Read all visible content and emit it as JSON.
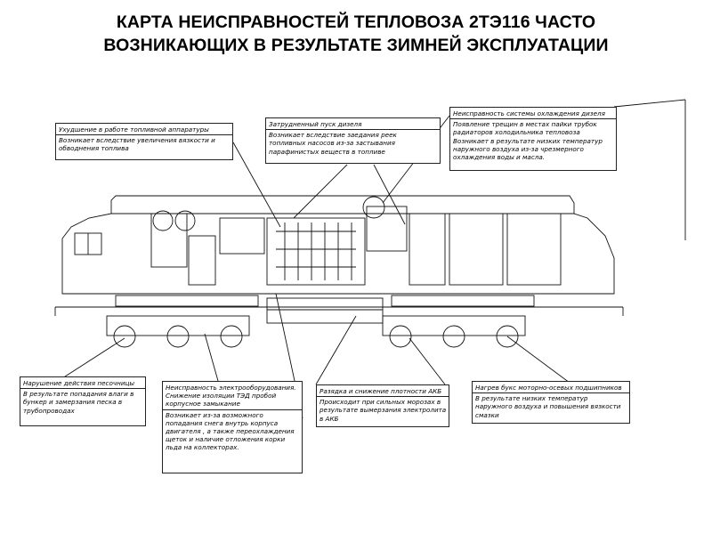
{
  "title": {
    "line1": "КАРТА НЕИСПРАВНОСТЕЙ ТЕПЛОВОЗА 2ТЭ116 ЧАСТО",
    "line2": "ВОЗНИКАЮЩИХ В РЕЗУЛЬТАТЕ ЗИМНЕЙ ЭКСПЛУАТАЦИИ"
  },
  "callouts": {
    "fuel": {
      "head": "Ухудшение в работе топливной аппаратуры",
      "lines": [
        "Возникает вследствие увеличения вязкости и",
        "обводнения топлива"
      ]
    },
    "start": {
      "head": "Затрудненный пуск дизеля",
      "lines": [
        "Возникает вследствие заедания реек",
        "топливных насосов из-за застывания",
        "парафинистых веществ в топливе"
      ]
    },
    "cooling": {
      "head": "Неисправность системы охлаждения дизеля",
      "lines": [
        "Появление трещин в местах пайки трубок",
        "радиаторов холодильника тепловоза",
        "Возникает в результате низких температур",
        "наружного воздуха из-за чрезмерного",
        "охлаждения воды и масла."
      ]
    },
    "sander": {
      "head": "Нарушение действия песочницы",
      "lines": [
        "В результате попадания влаги в",
        "бункер и замерзания песка в",
        "трубопроводах"
      ]
    },
    "electric": {
      "head": "Неисправность электрооборудования.",
      "sub": [
        "Снижение изоляции ТЭД пробой",
        "корпусное замыкание"
      ],
      "lines": [
        "Возникает из-за возможного",
        "попадания снега внутрь корпуса",
        "двигателя ,  а также переохлаждения",
        "щеток и наличие отложения корки",
        "льда на коллекторах."
      ]
    },
    "battery": {
      "head": "Разядка и снижение плотности АКБ",
      "lines": [
        "Происходит при сильных морозах в",
        "результате вымерзания электролита",
        "в АКБ"
      ]
    },
    "bearing": {
      "head": "Нагрев букс моторно-осевых подшипников",
      "lines": [
        "В результате низких температур",
        "наружного воздуха и повышения вязкости",
        "смазки"
      ]
    }
  }
}
